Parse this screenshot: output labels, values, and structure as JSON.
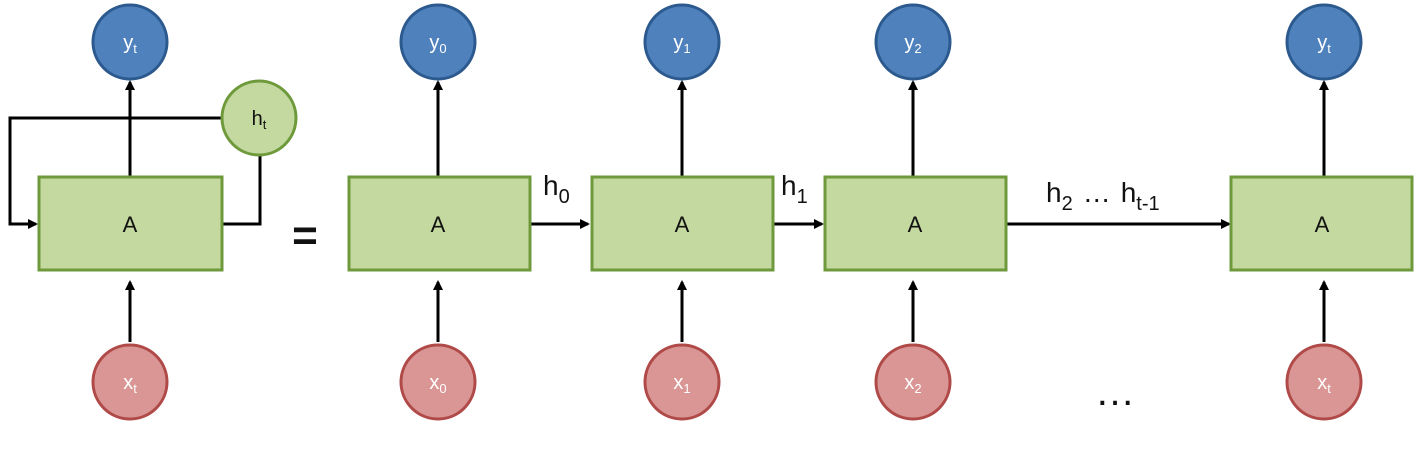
{
  "folded": {
    "output": {
      "base": "y",
      "sub": "t"
    },
    "input": {
      "base": "x",
      "sub": "t"
    },
    "hidden": {
      "base": "h",
      "sub": "t"
    },
    "box_label": "A"
  },
  "equals": "=",
  "unrolled": [
    {
      "box_label": "A",
      "output": {
        "base": "y",
        "sub": "0"
      },
      "input": {
        "base": "x",
        "sub": "0"
      }
    },
    {
      "box_label": "A",
      "output": {
        "base": "y",
        "sub": "1"
      },
      "input": {
        "base": "x",
        "sub": "1"
      }
    },
    {
      "box_label": "A",
      "output": {
        "base": "y",
        "sub": "2"
      },
      "input": {
        "base": "x",
        "sub": "2"
      }
    },
    {
      "box_label": "A",
      "output": {
        "base": "y",
        "sub": "t"
      },
      "input": {
        "base": "x",
        "sub": "t"
      }
    }
  ],
  "edge_labels": {
    "h0": {
      "base": "h",
      "sub": "0"
    },
    "h1": {
      "base": "h",
      "sub": "1"
    },
    "h2": {
      "base": "h",
      "sub": "2"
    },
    "ellipsis": "…",
    "ht1": {
      "base": "h",
      "sub": "t-1"
    }
  },
  "bottom_dots": "…",
  "colors": {
    "box_fill": "#c4d99f",
    "box_stroke": "#6e9a3c",
    "output_fill": "#4f81bd",
    "input_fill": "#d99694"
  }
}
